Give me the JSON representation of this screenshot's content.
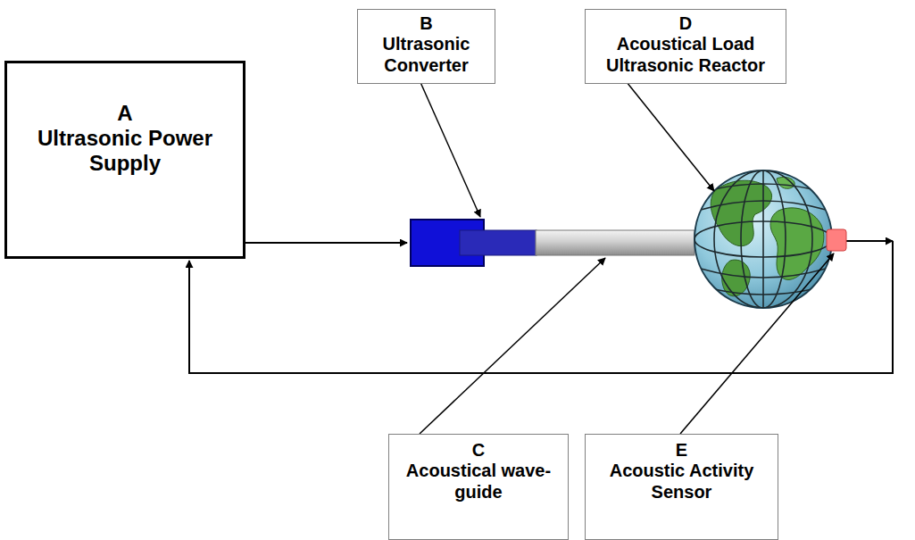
{
  "diagram": {
    "nodes": [
      {
        "text": [
          "A",
          "Ultrasonic Power Supply"
        ]
      },
      {
        "text": [
          "B",
          "Ultrasonic Converter"
        ]
      },
      {
        "text": [
          "D",
          "Acoustical Load Ultrasonic Reactor"
        ]
      },
      {
        "text": [
          "C",
          "Acoustical wave- guide"
        ]
      },
      {
        "text": [
          "E",
          "Acoustic Activity Sensor"
        ]
      }
    ]
  }
}
